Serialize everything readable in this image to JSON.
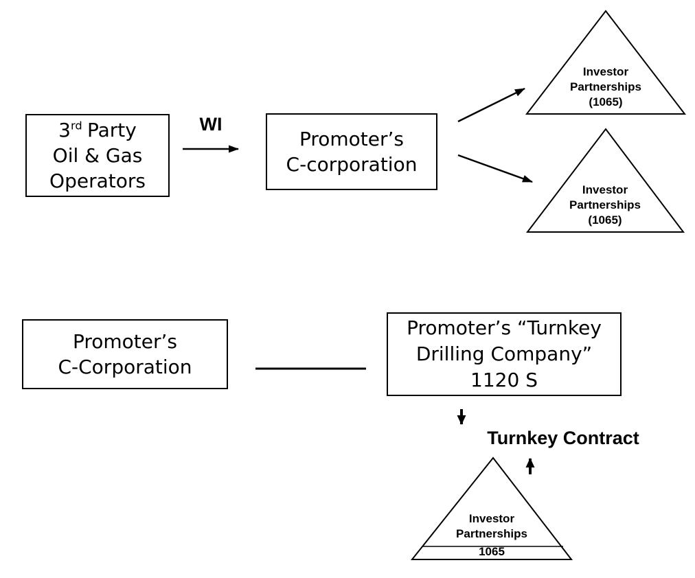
{
  "colors": {
    "ink": "#000000",
    "background": "#ffffff"
  },
  "top_flow": {
    "operators_box": {
      "line1_base": "3",
      "line1_sup": "rd",
      "line1_rest": "Party",
      "line2": "Oil & Gas",
      "line3": "Operators"
    },
    "wi_arrow_label": "WI",
    "promoter_box": {
      "line1": "Promoter’s",
      "line2": "C-corporation"
    },
    "investor_triangle_1": {
      "line1": "Investor",
      "line2": "Partnerships",
      "line3": "(1065)"
    },
    "investor_triangle_2": {
      "line1": "Investor",
      "line2": "Partnerships",
      "line3": "(1065)"
    }
  },
  "bottom_flow": {
    "promoter_box": {
      "line1": "Promoter’s",
      "line2": "C-Corporation"
    },
    "turnkey_box": {
      "line1": "Promoter’s “Turnkey",
      "line2": "Drilling Company”",
      "line3": "1120 S"
    },
    "turnkey_contract_label": "Turnkey Contract",
    "investor_triangle": {
      "line1": "Investor",
      "line2": "Partnerships",
      "form_band": "1065"
    }
  }
}
